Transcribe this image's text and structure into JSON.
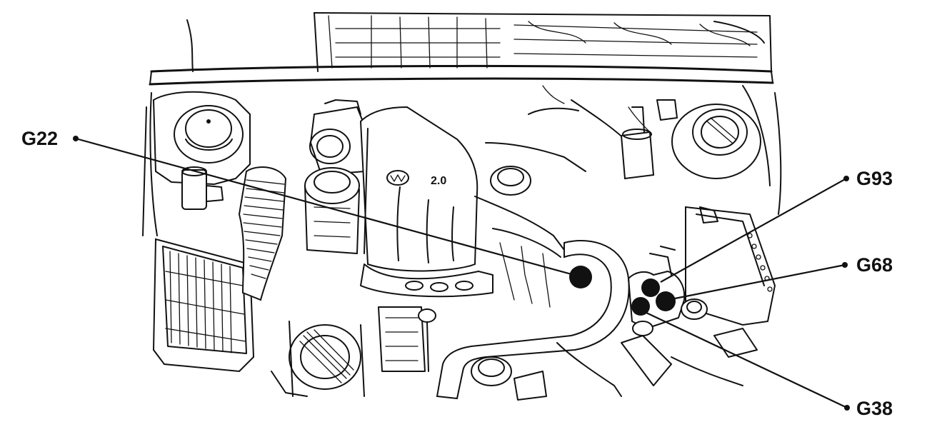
{
  "callouts": [
    {
      "id": "G22",
      "label": "G22"
    },
    {
      "id": "G93",
      "label": "G93"
    },
    {
      "id": "G68",
      "label": "G68"
    },
    {
      "id": "G38",
      "label": "G38"
    }
  ],
  "engine_cover_text": "2.0"
}
